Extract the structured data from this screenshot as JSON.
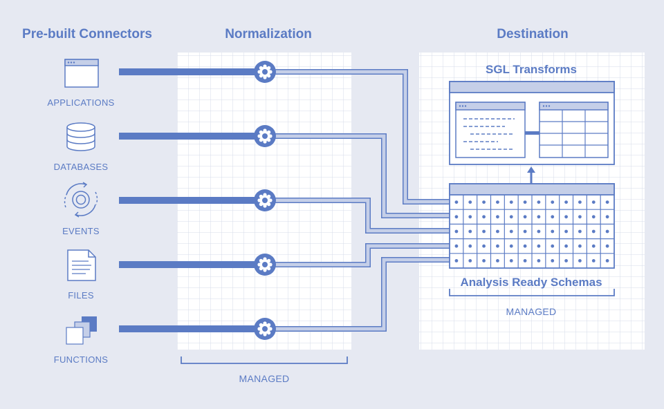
{
  "headers": {
    "connectors": "Pre-built Connectors",
    "normalization": "Normalization",
    "destination": "Destination"
  },
  "sources": [
    {
      "label": "APPLICATIONS",
      "icon": "browser-window-icon"
    },
    {
      "label": "DATABASES",
      "icon": "database-icon"
    },
    {
      "label": "EVENTS",
      "icon": "event-gear-icon"
    },
    {
      "label": "FILES",
      "icon": "document-icon"
    },
    {
      "label": "FUNCTIONS",
      "icon": "function-stack-icon"
    }
  ],
  "destination": {
    "transforms_title": "SGL Transforms",
    "schemas_label": "Analysis Ready Schemas",
    "managed_label": "MANAGED"
  },
  "normalization": {
    "managed_label": "MANAGED"
  },
  "colors": {
    "background": "#e6e9f2",
    "accent": "#5b7bc4",
    "light_accent": "#c5cfe8",
    "panel": "#ffffff"
  }
}
